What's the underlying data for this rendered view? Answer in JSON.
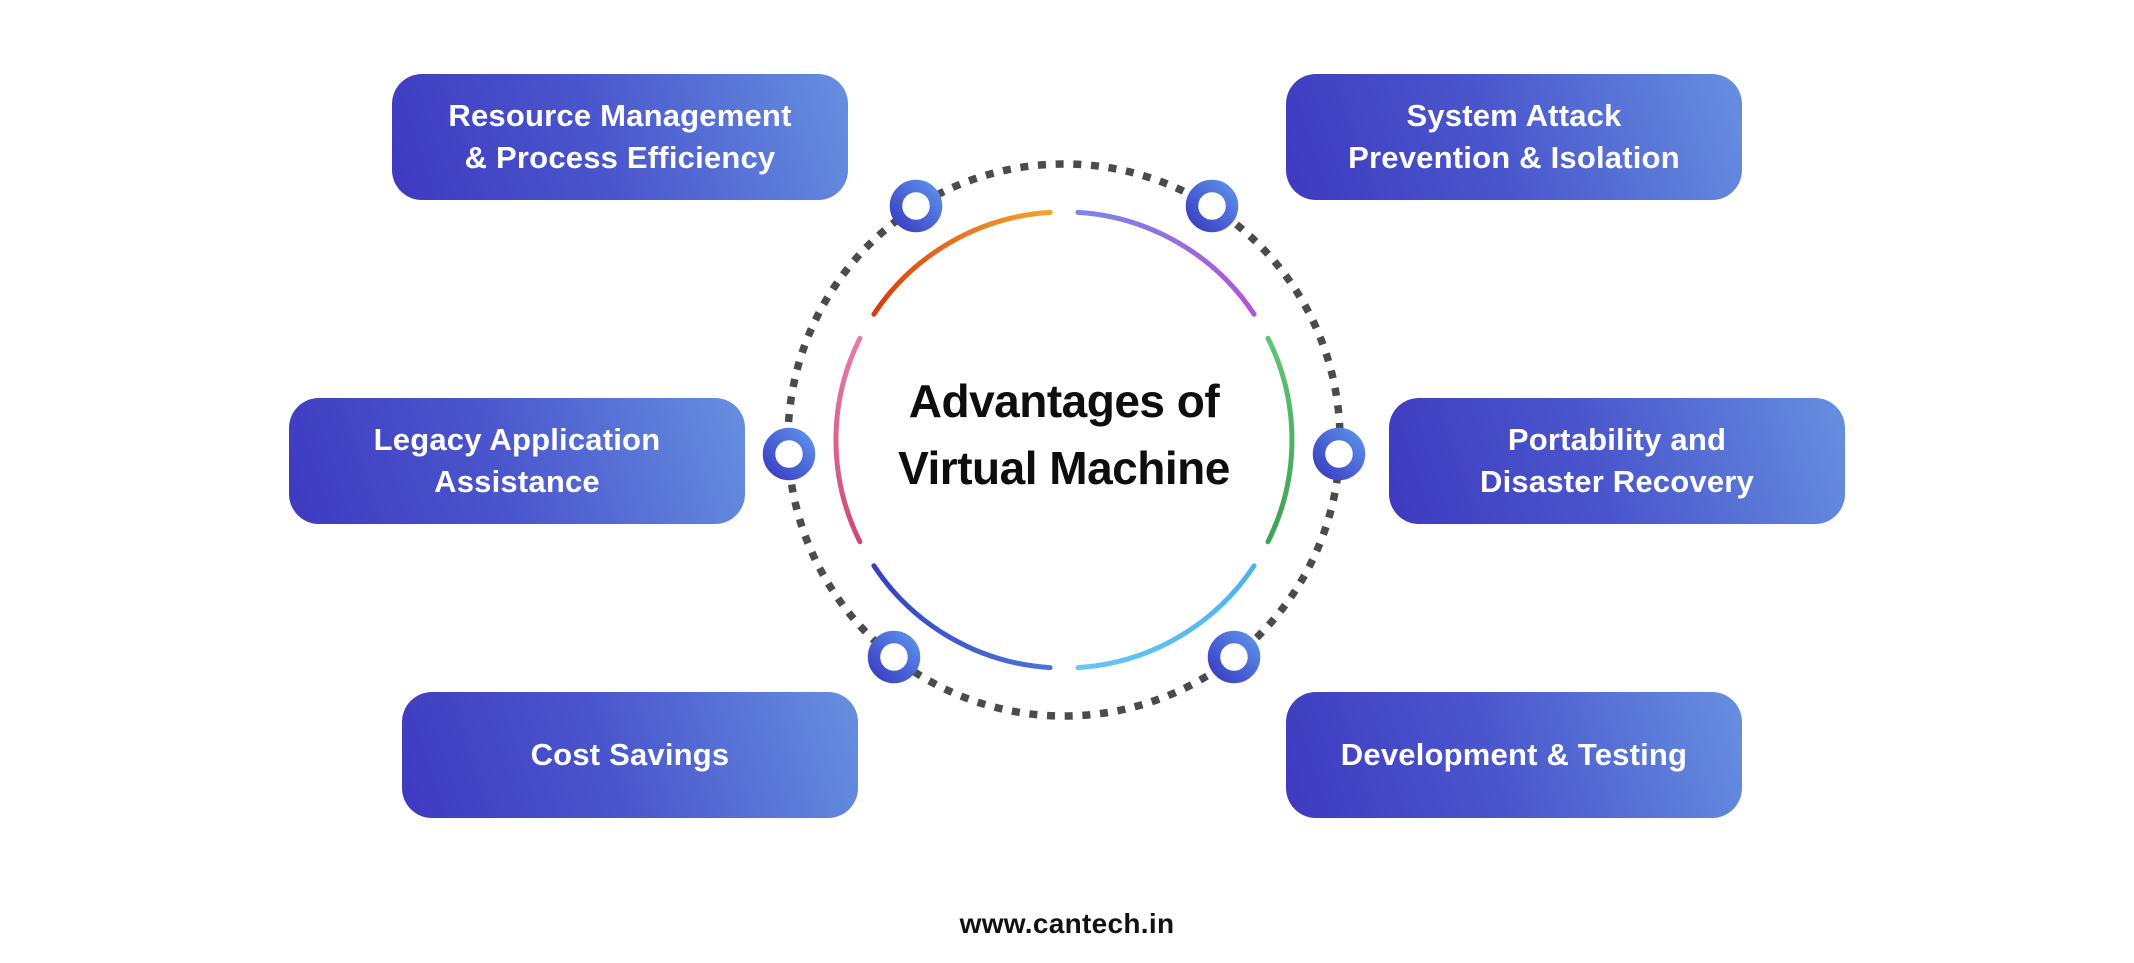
{
  "title": {
    "line1": "Advantages of",
    "line2": "Virtual Machine"
  },
  "footer": {
    "website": "www.cantech.in"
  },
  "boxes": [
    {
      "name": "resource-management",
      "line1": "Resource Management",
      "line2": "& Process Efficiency"
    },
    {
      "name": "system-attack-prevention",
      "line1": "System Attack",
      "line2": "Prevention & Isolation"
    },
    {
      "name": "legacy-application-assistance",
      "line1": "Legacy Application",
      "line2": "Assistance"
    },
    {
      "name": "portability-disaster-recovery",
      "line1": "Portability and",
      "line2": "Disaster Recovery"
    },
    {
      "name": "cost-savings",
      "line1": "Cost Savings",
      "line2": ""
    },
    {
      "name": "development-testing",
      "line1": "Development & Testing",
      "line2": ""
    }
  ],
  "colors": {
    "background": "#ffffff",
    "box_gradient_start": "#3e3ac0",
    "box_gradient_end": "#6690e0",
    "box_text": "#ffffff",
    "title_text": "#0e0e0e",
    "footer_text": "#121212",
    "dotted_ring": "#4b4b4b",
    "ring_gradient_light": "#5b8ee9",
    "ring_gradient_dark": "#3c3fc3",
    "arcs": {
      "orange": {
        "from": "#d63c10",
        "to": "#f3a42b"
      },
      "purple": {
        "from": "#7b86e8",
        "to": "#b452d6"
      },
      "green": {
        "from": "#5fc475",
        "to": "#3ea452"
      },
      "lightblue": {
        "from": "#4fb2ee",
        "to": "#67c6f7"
      },
      "blue": {
        "from": "#4a74d8",
        "to": "#3440c4"
      },
      "pink": {
        "from": "#cf4a76",
        "to": "#e67da5"
      }
    }
  }
}
